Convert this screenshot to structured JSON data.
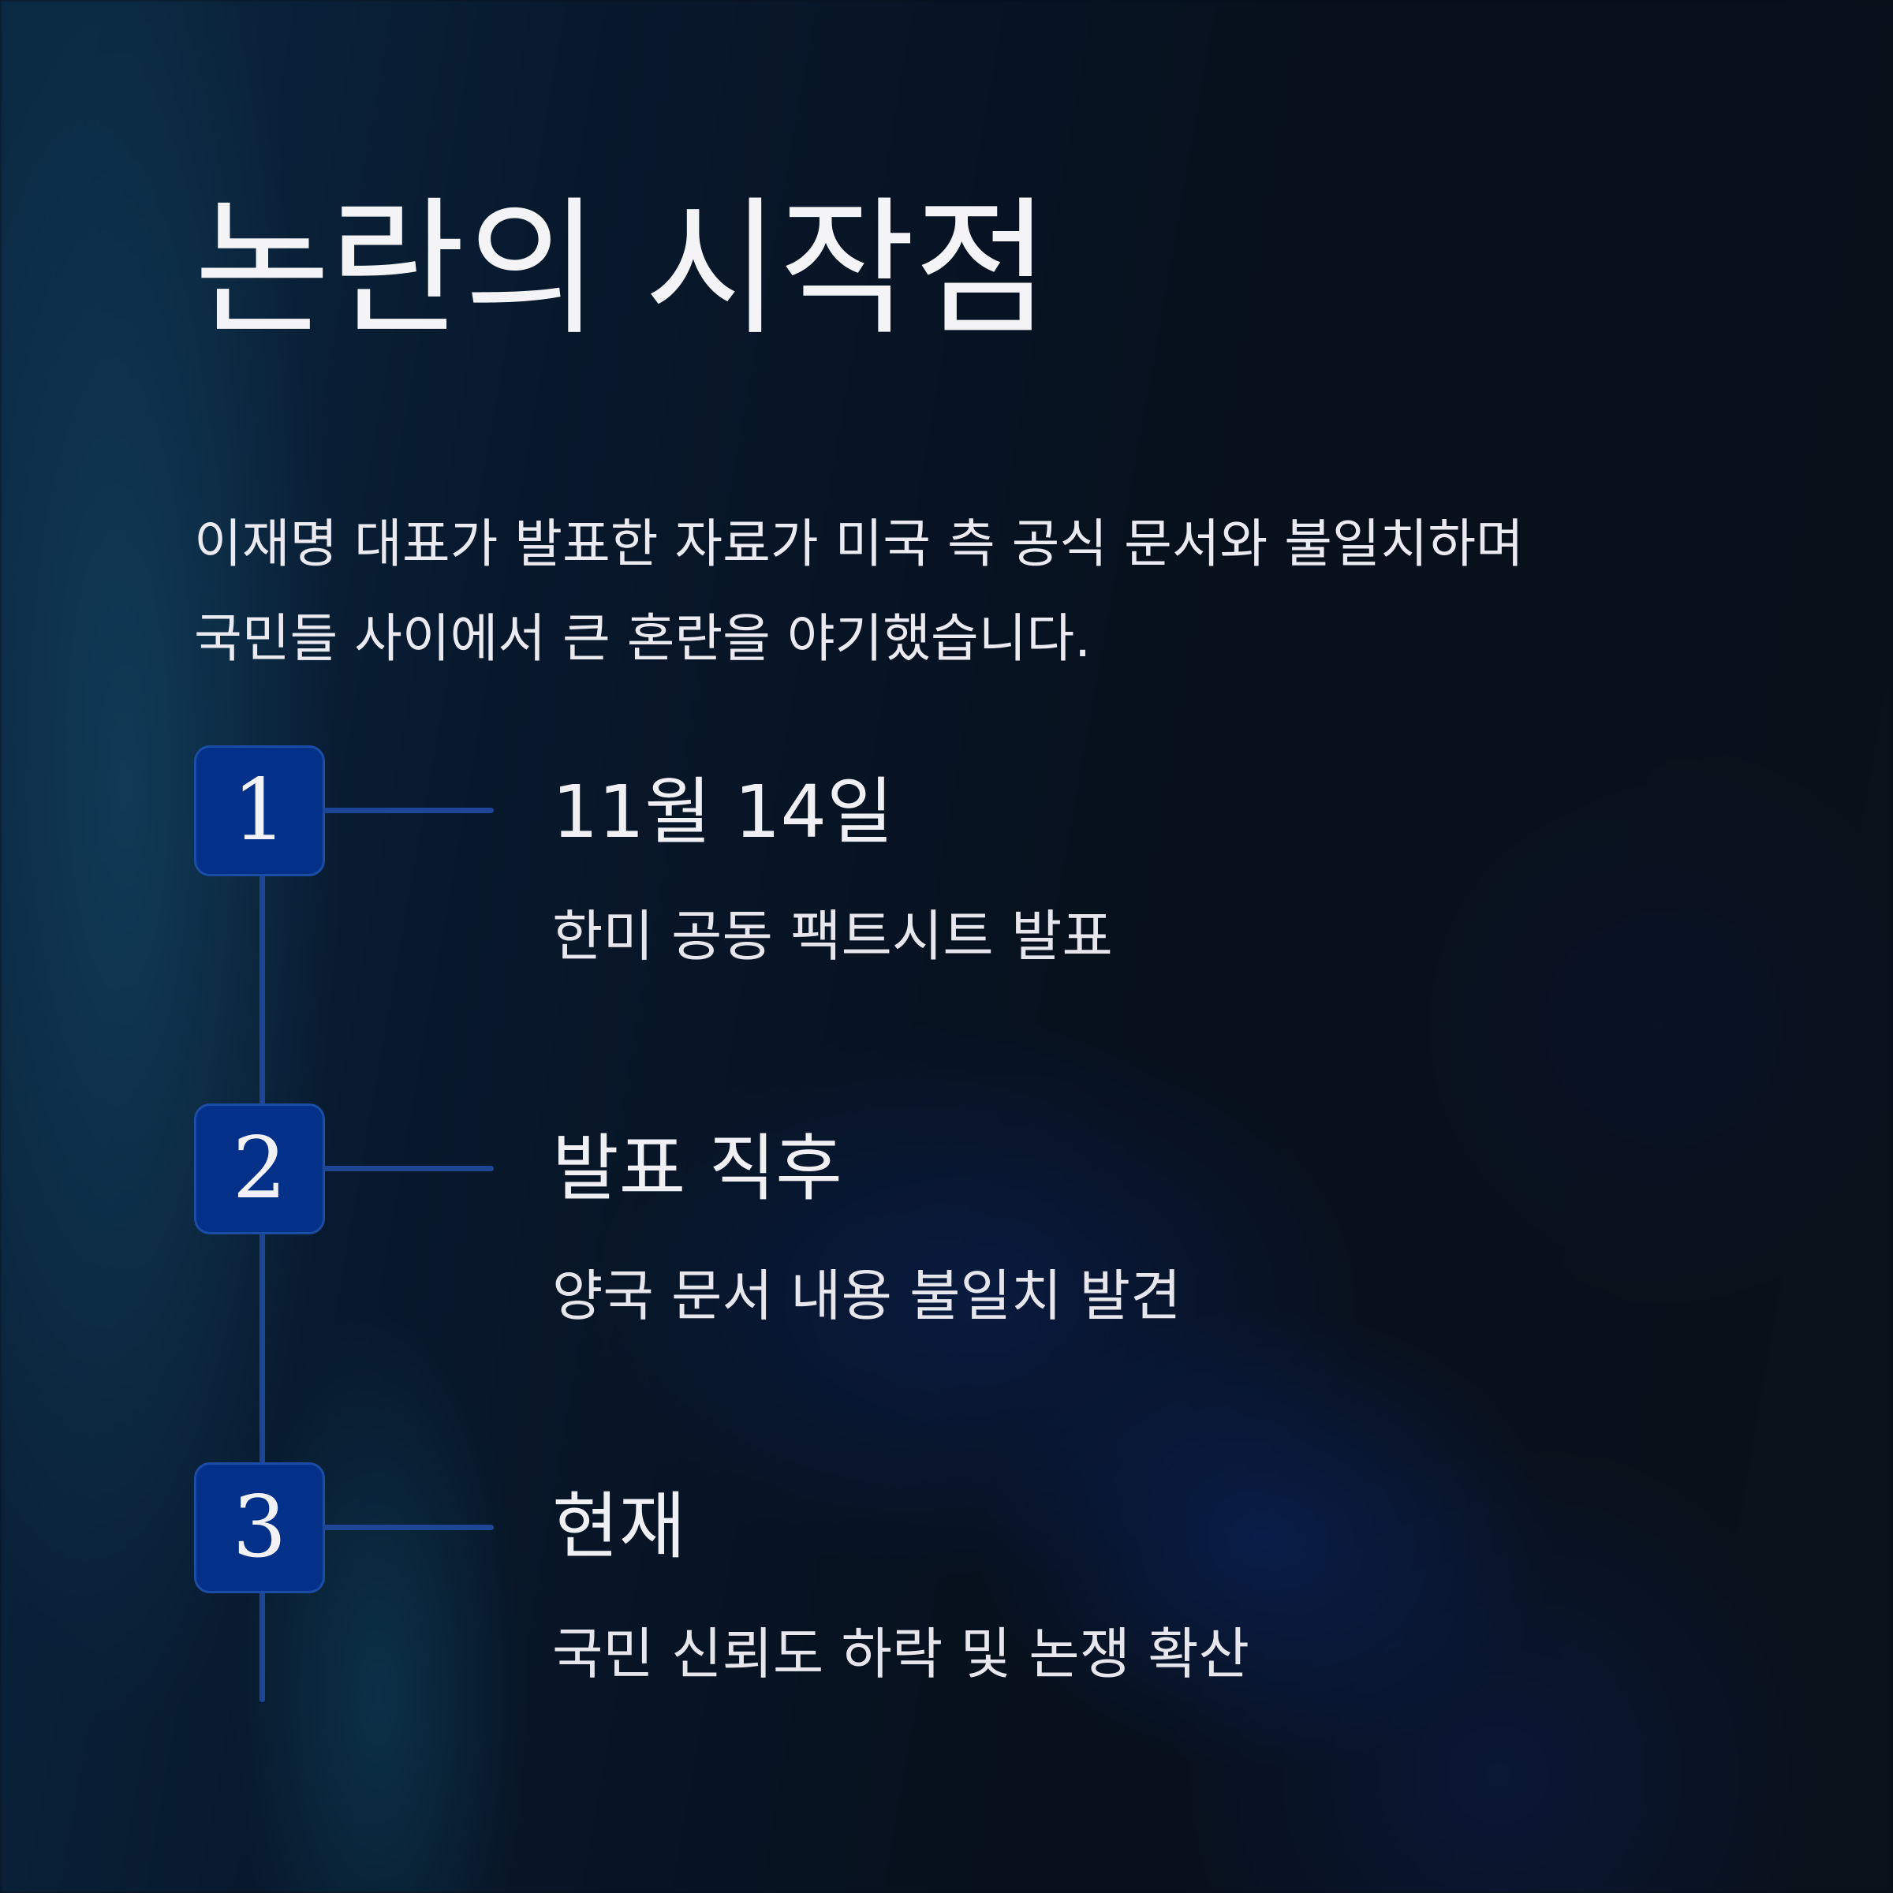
{
  "title": "논란의 시작점",
  "intro": {
    "line1": "이재명 대표가 발표한 자료가 미국 측 공식 문서와 불일치하며",
    "line2": "국민들 사이에서 큰 혼란을 야기했습니다."
  },
  "timeline": [
    {
      "number": "1",
      "title": "11월 14일",
      "description": "한미 공동 팩트시트 발표"
    },
    {
      "number": "2",
      "title": "발표 직후",
      "description": "양국 문서 내용 불일치 발견"
    },
    {
      "number": "3",
      "title": "현재",
      "description": "국민 신뢰도 하락 및 논쟁 확산"
    }
  ],
  "colors": {
    "step_box": "#03318a",
    "line": "#1d4696",
    "text": "#f2f2f4"
  }
}
